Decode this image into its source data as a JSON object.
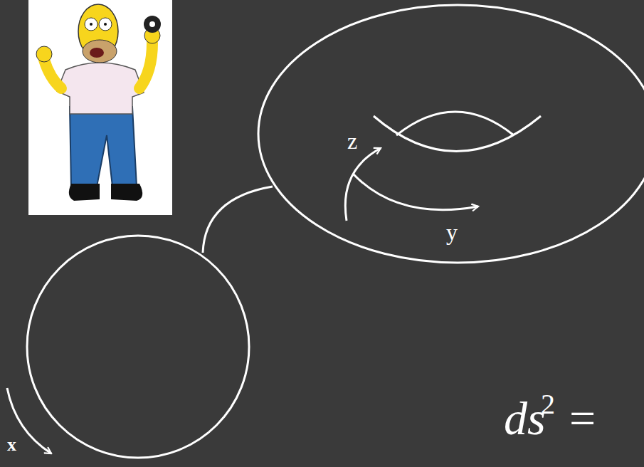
{
  "diagram": {
    "labels": [
      "z",
      "y",
      "x",
      "ds",
      "2",
      "="
    ]
  }
}
